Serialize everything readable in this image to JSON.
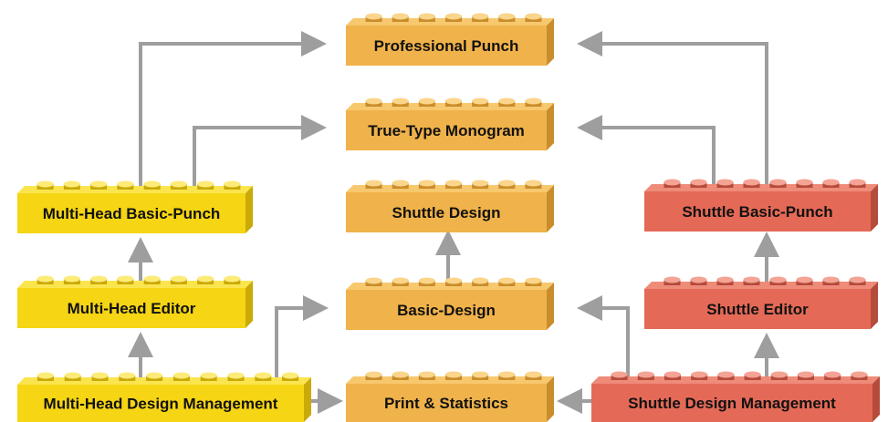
{
  "colors": {
    "orange": {
      "front": "#f0b24a",
      "top": "#f7c86d",
      "side": "#c98d2c",
      "stud": "#f3bf5c",
      "studTop": "#fad58a"
    },
    "yellow": {
      "front": "#f6d514",
      "top": "#fbe54e",
      "side": "#c9aa08",
      "stud": "#f9df32",
      "studTop": "#fdeb78"
    },
    "red": {
      "front": "#e46a57",
      "top": "#ef8b79",
      "side": "#b54b3b",
      "stud": "#ea7a67",
      "studTop": "#f4a394"
    },
    "arrow": "#9e9e9e"
  },
  "bricks": {
    "professional_punch": {
      "label": "Professional Punch",
      "color": "orange"
    },
    "true_type_monogram": {
      "label": "True-Type Monogram",
      "color": "orange"
    },
    "shuttle_design": {
      "label": "Shuttle Design",
      "color": "orange"
    },
    "basic_design": {
      "label": "Basic-Design",
      "color": "orange"
    },
    "print_statistics": {
      "label": "Print & Statistics",
      "color": "orange"
    },
    "multi_head_basic_punch": {
      "label": "Multi-Head Basic-Punch",
      "color": "yellow"
    },
    "multi_head_editor": {
      "label": "Multi-Head Editor",
      "color": "yellow"
    },
    "multi_head_design_management": {
      "label": "Multi-Head Design Management",
      "color": "yellow"
    },
    "shuttle_basic_punch": {
      "label": "Shuttle Basic-Punch",
      "color": "red"
    },
    "shuttle_editor": {
      "label": "Shuttle Editor",
      "color": "red"
    },
    "shuttle_design_management": {
      "label": "Shuttle Design Management",
      "color": "red"
    }
  },
  "connections": [
    {
      "from": "multi_head_basic_punch",
      "to": "professional_punch"
    },
    {
      "from": "multi_head_basic_punch",
      "to": "true_type_monogram"
    },
    {
      "from": "multi_head_editor",
      "to": "multi_head_basic_punch"
    },
    {
      "from": "multi_head_design_management",
      "to": "multi_head_editor"
    },
    {
      "from": "multi_head_design_management",
      "to": "basic_design"
    },
    {
      "from": "multi_head_design_management",
      "to": "print_statistics"
    },
    {
      "from": "basic_design",
      "to": "shuttle_design"
    },
    {
      "from": "shuttle_design_management",
      "to": "print_statistics"
    },
    {
      "from": "shuttle_design_management",
      "to": "basic_design"
    },
    {
      "from": "shuttle_design_management",
      "to": "shuttle_editor"
    },
    {
      "from": "shuttle_editor",
      "to": "shuttle_basic_punch"
    },
    {
      "from": "shuttle_basic_punch",
      "to": "true_type_monogram"
    },
    {
      "from": "shuttle_basic_punch",
      "to": "professional_punch"
    }
  ]
}
